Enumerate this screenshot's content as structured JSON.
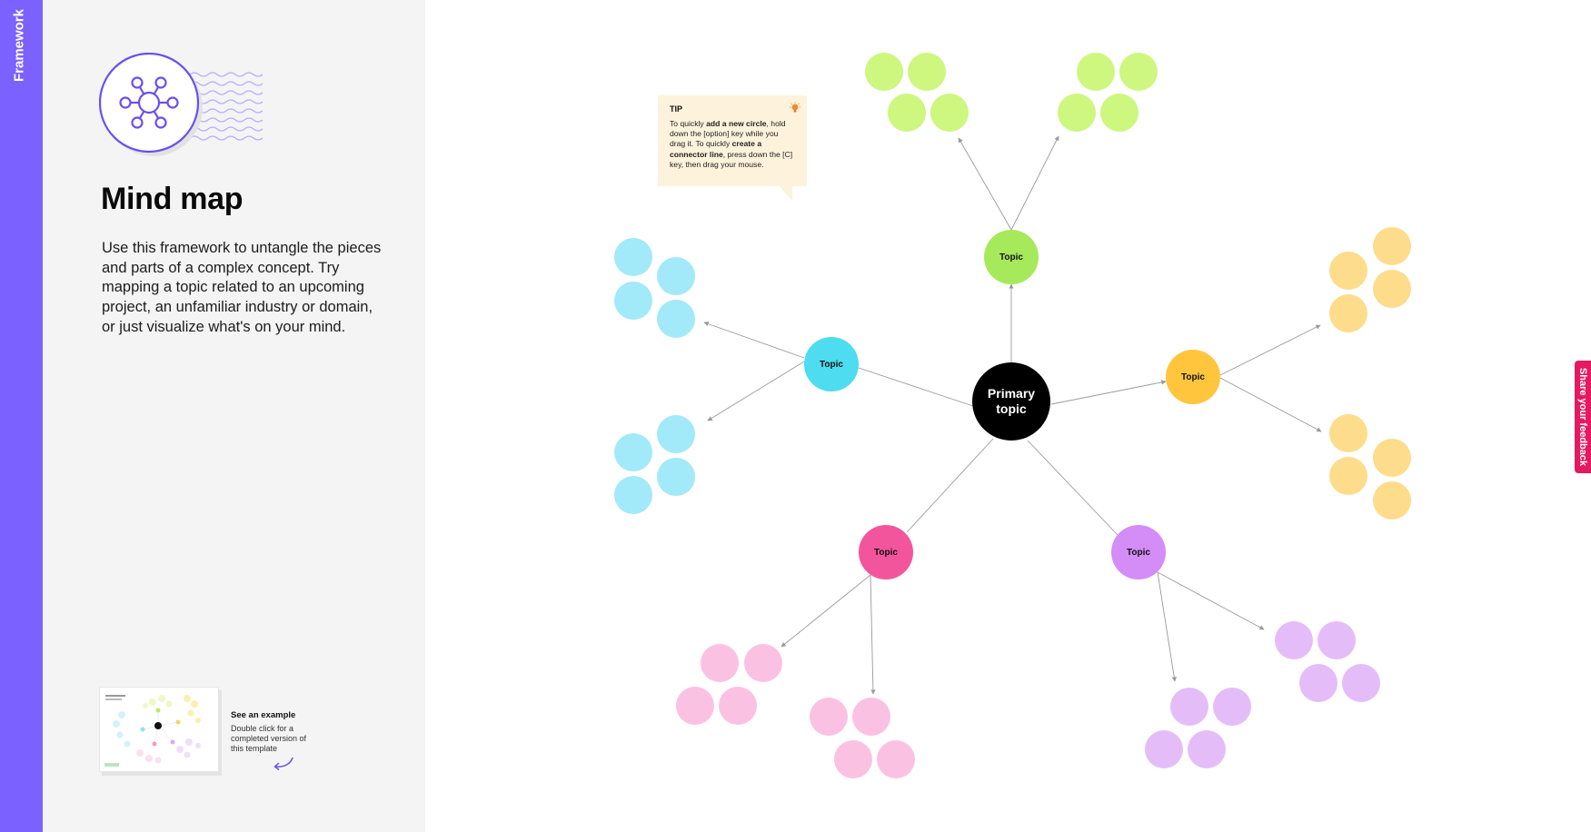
{
  "sidebar": {
    "label": "Framework",
    "color": "#7b61ff"
  },
  "panel": {
    "title": "Mind map",
    "description": "Use this framework to untangle the pieces and parts of a complex concept. Try mapping a topic related to an upcoming project, an unfamiliar industry or domain, or just visualize what's on your mind.",
    "logo_icon": "mind-map-hub-icon",
    "example": {
      "title": "See an example",
      "description": "Double click for a completed version of this template"
    }
  },
  "tip": {
    "title": "TIP",
    "parts": [
      "To quickly ",
      "add a new circle",
      ", hold down the [option] key while you drag it. To quickly ",
      "create a connector line",
      ", press down the [C] key, then drag your mouse."
    ]
  },
  "mind_map": {
    "center": {
      "label_line1": "Primary",
      "label_line2": "topic",
      "color": "#000000"
    },
    "topics": [
      {
        "label": "Topic",
        "color": "#a6e95a",
        "leaf_color": "#cdf77f"
      },
      {
        "label": "Topic",
        "color": "#4edcf1",
        "leaf_color": "#a2e9f9"
      },
      {
        "label": "Topic",
        "color": "#ffc63d",
        "leaf_color": "#fddc8c"
      },
      {
        "label": "Topic",
        "color": "#f3559c",
        "leaf_color": "#fbc1e3"
      },
      {
        "label": "Topic",
        "color": "#d48cf6",
        "leaf_color": "#e4bdf8"
      }
    ]
  },
  "feedback": {
    "label": "Share your feedback",
    "color": "#e5195f"
  }
}
